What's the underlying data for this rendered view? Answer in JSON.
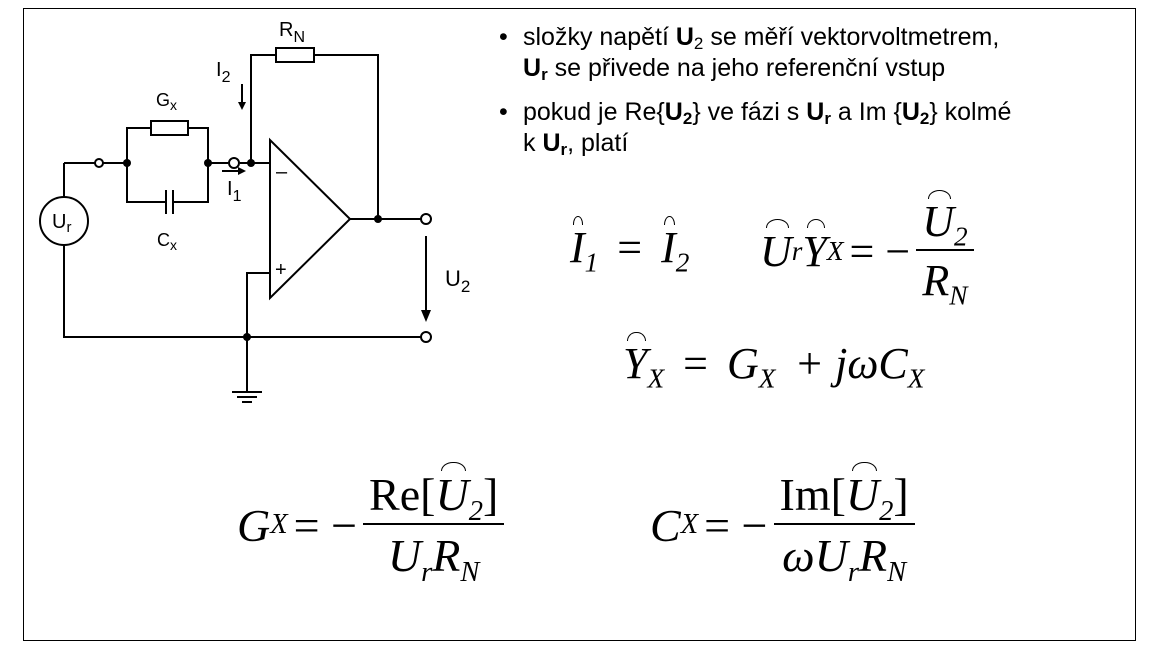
{
  "circuit": {
    "labels": {
      "rn": "R",
      "rn_sub": "N",
      "gx": "G",
      "gx_sub": "x",
      "cx": "C",
      "cx_sub": "x",
      "i2": "I",
      "i2_sub": "2",
      "i1": "I",
      "i1_sub": "1",
      "ur": "U",
      "ur_sub": "r",
      "u2": "U",
      "u2_sub": "2",
      "minus": "–",
      "plus": "+"
    },
    "icons": [
      "resistor-icon",
      "capacitor-icon",
      "voltage-source-icon",
      "op-amp-icon",
      "ground-icon",
      "terminal-icon",
      "arrow-icon"
    ]
  },
  "bullets": [
    {
      "dot": "•",
      "line1": {
        "t1": "složky napětí ",
        "b1": "U",
        "s1": "2",
        "t2": " se měří vektorvoltmetrem,"
      },
      "line2": {
        "b1": "U",
        "s1": "r",
        "t1": " se přivede na jeho referenční vstup"
      }
    },
    {
      "dot": "•",
      "line1": {
        "t1": "pokud je Re{",
        "b1": "U",
        "s1": "2",
        "t2": "} ve fázi s ",
        "b2": "U",
        "s2": "r",
        "t3": " a Im {",
        "b3": "U",
        "s3": "2",
        "t4": "} kolmé"
      },
      "line2": {
        "t1": "k ",
        "b1": "U",
        "s1": "r",
        "t2": ", platí"
      }
    }
  ],
  "equations": {
    "eq1": {
      "a": "I",
      "a_sub": "1",
      "eqs": "=",
      "b": "I",
      "b_sub": "2"
    },
    "eq2": {
      "u": "U",
      "u_sub": "r",
      "y": "Y",
      "y_sub": "X",
      "eqs": "= −",
      "num": "U",
      "num_sub": "2",
      "den": "R",
      "den_sub": "N"
    },
    "eq3": {
      "y": "Y",
      "y_sub": "X",
      "eqs": "=",
      "g": "G",
      "g_sub": "X",
      "plus": "+ j",
      "omega": "ω",
      "c": "C",
      "c_sub": "X"
    },
    "eq4": {
      "g": "G",
      "g_sub": "X",
      "eqs": "= −",
      "re_open": "Re[",
      "u": "U",
      "u_sub": "2",
      "close": "]",
      "den_u": "U",
      "den_u_sub": "r",
      "den_r": "R",
      "den_r_sub": "N"
    },
    "eq5": {
      "c": "C",
      "c_sub": "X",
      "eqs": "= −",
      "im_open": "Im[",
      "u": "U",
      "u_sub": "2",
      "close": "]",
      "den_omega": "ω",
      "den_u": "U",
      "den_u_sub": "r",
      "den_r": "R",
      "den_r_sub": "N"
    }
  }
}
